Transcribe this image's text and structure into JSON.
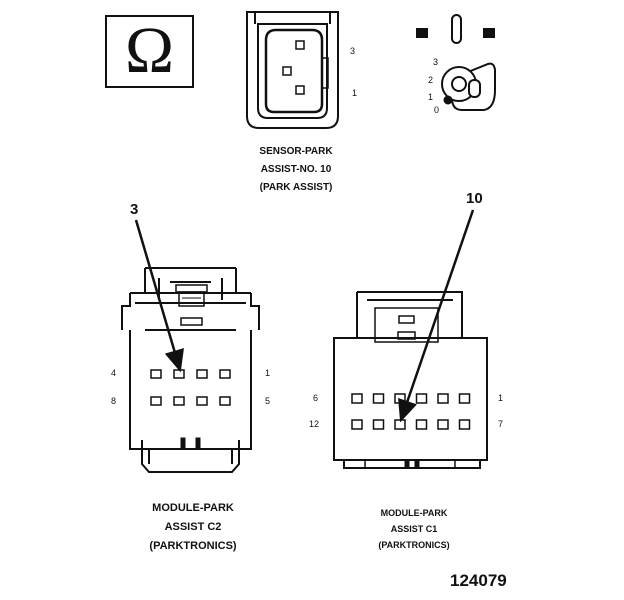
{
  "omega_symbol": "Ω",
  "sensor": {
    "caption_lines": [
      "SENSOR-PARK",
      "ASSIST-NO. 10",
      "(PARK ASSIST)"
    ],
    "pin_labels": [
      "3",
      "1"
    ]
  },
  "key": {
    "position_labels": [
      "3",
      "2",
      "1",
      "0"
    ]
  },
  "module_c2": {
    "caption_lines": [
      "MODULE-PARK",
      "ASSIST C2",
      "(PARKTRONICS)"
    ],
    "callout": "3",
    "pin_labels": [
      "4",
      "1",
      "8",
      "5"
    ]
  },
  "module_c1": {
    "caption_lines": [
      "MODULE-PARK",
      "ASSIST C1",
      "(PARKTRONICS)"
    ],
    "callout": "10",
    "pin_labels": [
      "6",
      "1",
      "12",
      "7"
    ]
  },
  "figure_number": "124079"
}
